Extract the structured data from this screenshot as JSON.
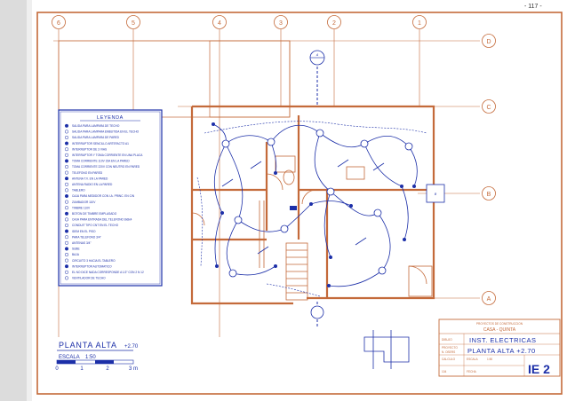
{
  "page_number": "- 117 -",
  "grid": {
    "columns": [
      "6",
      "5",
      "4",
      "3",
      "2",
      "1"
    ],
    "rows": [
      "D",
      "C",
      "B",
      "A"
    ]
  },
  "legend": {
    "title": "LEYENDA",
    "items": [
      "SALIDA PARA LAMPARA DE TECHO",
      "SALIDA PARA LAMPARA EMBUTIDA EN EL TECHO",
      "SALIDA PARA LAMPARA DE PARED",
      "INTERRUPTOR SENCILLO ARTEFACTO A1",
      "INTERRUPTOR DE 3 VIAS",
      "INTERRUPTOR Y TOMA CORRIENTE EN UNA PLACA",
      "TOMA CORRIENTE 110V 15A EN LA PARED",
      "TOMA CORRIENTE 220V CON NEUTRO EN PARED",
      "TELEFONO EN PARED",
      "ANTENA T.V. EN LA PARED",
      "ANTENA RADIO EN LA PARED",
      "TABLERO",
      "CAJA PARA MEDIDOR CON I.A. PRINC. EN C/N",
      "ZUMBADOR 110V",
      "TIMBRE 110V",
      "BOTON DE TIMBRE EMPLASADO",
      "CAJA PARA ENTRADA DEL TELEFONO 8x8x4",
      "CONDUIT TIPO CNT EN EL TECHO",
      "IDEM EN EL PISO",
      "PARA TELEFONO 3/4\"",
      "ANTENAS 3/4\"",
      "SUBE",
      "BAJA",
      "CIRCUITO 3 HACIA EL TABLERO",
      "INTERRUPTOR AUTOMATICO",
      "EL NO DICE NADA CORRESPONDE A 1/2\" CON 2 N 12",
      "VENTILADOR DE TECHO"
    ]
  },
  "scale": {
    "title": "PLANTA  ALTA",
    "level": "+2.70",
    "label": "ESCALA",
    "ratio": "1:50",
    "ticks": [
      "0",
      "1",
      "2",
      "3 m"
    ]
  },
  "title_block": {
    "header": "PROYECTOS DE CONSTRUCCION",
    "project": "CASA - QUINTA",
    "dibujo_label": "DIBUJO",
    "proyecto_label": "PROYECTO",
    "proyecto_value": "N. OSERS",
    "calculo_label": "CALCULO",
    "calculo_value": "104",
    "escala_label": "ESCALA",
    "escala_value": "1:50",
    "fecha_label": "FECHA",
    "title_1": "INST. ELECTRICAS",
    "title_2": "PLANTA ALTA +2.70",
    "code": "IE 2"
  },
  "section_marks": [
    "A",
    "B"
  ],
  "colors": {
    "architecture": "#c46a3a",
    "wiring": "#1c2fa8",
    "binder": "#d9d9d9"
  }
}
